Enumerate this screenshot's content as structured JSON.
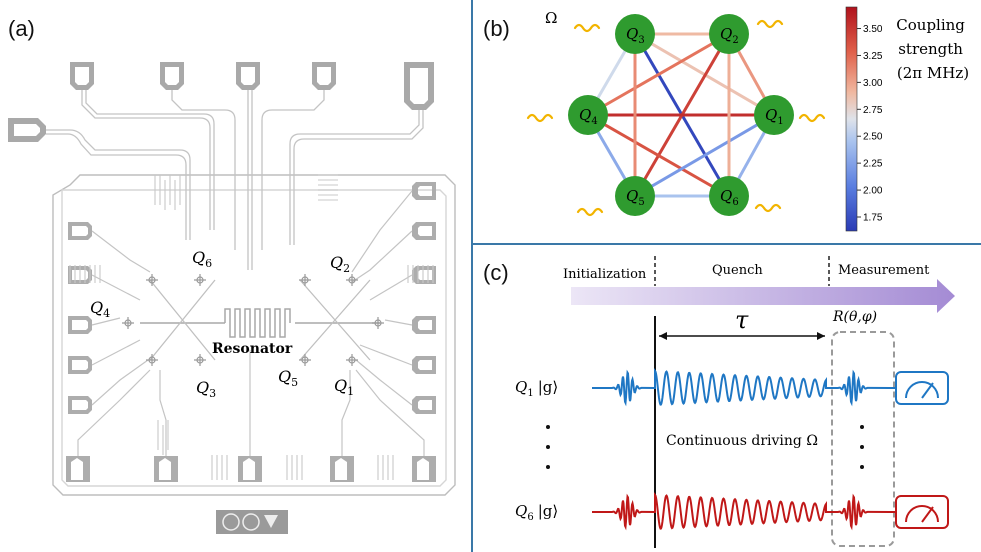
{
  "panels": {
    "a": "(a)",
    "b": "(b)",
    "c": "(c)"
  },
  "panel_a": {
    "qubit_labels": [
      {
        "name": "Q",
        "sub": "6"
      },
      {
        "name": "Q",
        "sub": "2"
      },
      {
        "name": "Q",
        "sub": "4"
      },
      {
        "name": "Q",
        "sub": "3"
      },
      {
        "name": "Q",
        "sub": "5"
      },
      {
        "name": "Q",
        "sub": "1"
      }
    ],
    "resonator_label": "Resonator"
  },
  "panel_b": {
    "omega_label": "Ω",
    "nodes": [
      {
        "label": "Q",
        "sub": "1"
      },
      {
        "label": "Q",
        "sub": "2"
      },
      {
        "label": "Q",
        "sub": "3"
      },
      {
        "label": "Q",
        "sub": "4"
      },
      {
        "label": "Q",
        "sub": "5"
      },
      {
        "label": "Q",
        "sub": "6"
      }
    ],
    "colorbar": {
      "title_lines": [
        "Coupling",
        "strength",
        "(2π MHz)"
      ],
      "ticks": [
        "3.50",
        "3.25",
        "3.00",
        "2.75",
        "2.50",
        "2.25",
        "2.00",
        "1.75"
      ],
      "min": 1.62,
      "max": 3.7
    },
    "couplings": [
      {
        "a": "Q3",
        "b": "Q2",
        "value": 2.9
      },
      {
        "a": "Q2",
        "b": "Q1",
        "value": 3.05
      },
      {
        "a": "Q1",
        "b": "Q6",
        "value": 2.35
      },
      {
        "a": "Q6",
        "b": "Q5",
        "value": 2.45
      },
      {
        "a": "Q5",
        "b": "Q4",
        "value": 2.3
      },
      {
        "a": "Q4",
        "b": "Q3",
        "value": 2.6
      },
      {
        "a": "Q3",
        "b": "Q1",
        "value": 2.85
      },
      {
        "a": "Q3",
        "b": "Q6",
        "value": 1.7
      },
      {
        "a": "Q2",
        "b": "Q4",
        "value": 3.2
      },
      {
        "a": "Q2",
        "b": "Q5",
        "value": 3.45
      },
      {
        "a": "Q4",
        "b": "Q1",
        "value": 3.55
      },
      {
        "a": "Q4",
        "b": "Q6",
        "value": 3.35
      },
      {
        "a": "Q5",
        "b": "Q1",
        "value": 2.2
      },
      {
        "a": "Q3",
        "b": "Q5",
        "value": 3.1
      },
      {
        "a": "Q2",
        "b": "Q6",
        "value": 2.95
      }
    ]
  },
  "panel_c": {
    "stages": [
      "Initialization",
      "Quench",
      "Measurement"
    ],
    "tau": "τ",
    "rotation": "R(θ,φ)",
    "q1_label": {
      "name": "Q",
      "sub": "1",
      "ket": "|g⟩"
    },
    "q6_label": {
      "name": "Q",
      "sub": "6",
      "ket": "|g⟩"
    },
    "driving_text": "Continuous driving Ω",
    "colors": {
      "q1": "#1f77c4",
      "q6": "#c01818",
      "arrow_start": "#e6ddf3",
      "arrow_end": "#a98ad6"
    }
  }
}
